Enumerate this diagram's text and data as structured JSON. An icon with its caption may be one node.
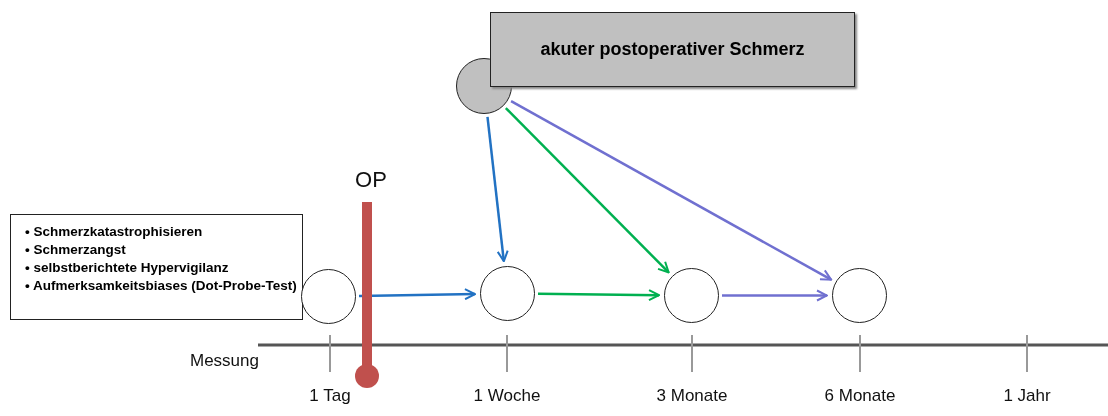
{
  "diagram": {
    "nodes": [
      {
        "text": [
          "• Schmerzkatastrophisieren",
          "• Schmerzangst",
          "• selbstberichtete Hypervigilanz",
          "• Aufmerksamkeitsbiases (Dot-Probe-Test)"
        ]
      },
      {
        "text": [],
        "shape": "circle"
      },
      {
        "text": [],
        "shape": "circle"
      },
      {
        "text": [],
        "shape": "circle"
      },
      {
        "text": [],
        "shape": "circle"
      },
      {
        "text": [],
        "shape": "circle"
      },
      {
        "text": [
          "akuter postoperativer Schmerz"
        ]
      }
    ],
    "edges": [
      {
        "from": 1,
        "to": 2,
        "arrow": "to",
        "color": "#2272c3"
      },
      {
        "from": 2,
        "to": 3,
        "arrow": "to",
        "color": "#00b050"
      },
      {
        "from": 3,
        "to": 4,
        "arrow": "to",
        "color": "#7070d0"
      },
      {
        "from": 5,
        "to": 2,
        "arrow": "to",
        "color": "#2272c3"
      },
      {
        "from": 5,
        "to": 3,
        "arrow": "to",
        "color": "#00b050"
      },
      {
        "from": 5,
        "to": 4,
        "arrow": "to",
        "color": "#7070d0"
      }
    ],
    "labels": [
      "OP",
      "Messung",
      "1 Tag",
      "1 Woche",
      "3 Monate",
      "6 Monate",
      "1 Jahr"
    ]
  }
}
